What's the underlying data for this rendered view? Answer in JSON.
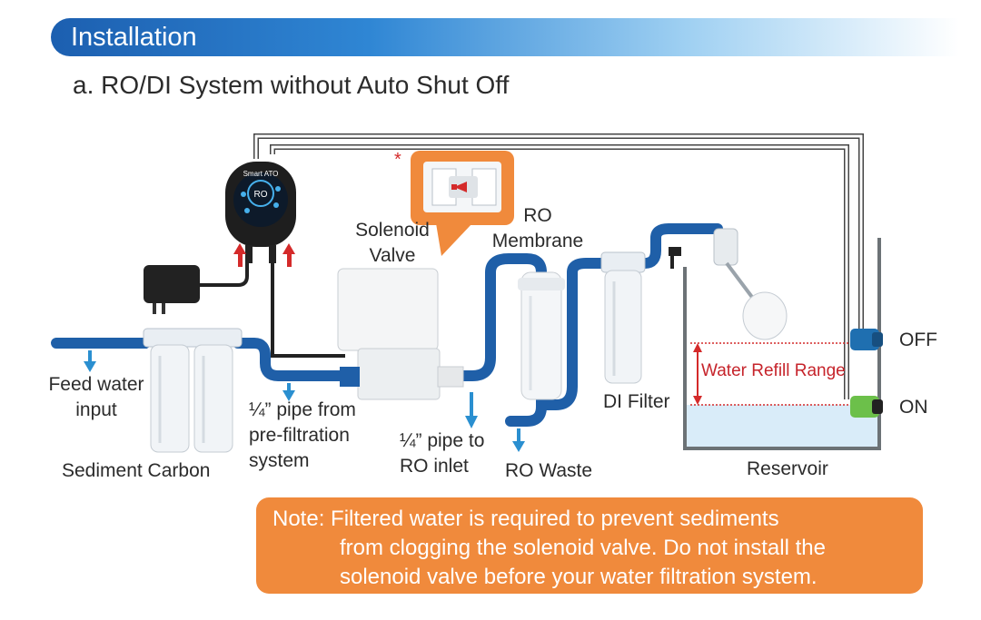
{
  "header": {
    "title": "Installation"
  },
  "subtitle": "a. RO/DI System without Auto Shut Off",
  "device": {
    "brand": "Smart ATO",
    "mode": "RO"
  },
  "labels": {
    "solenoid_line1": "Solenoid",
    "solenoid_line2": "Valve",
    "membrane_line1": "RO",
    "membrane_line2": "Membrane",
    "feed_line1": "Feed water",
    "feed_line2": "input",
    "pipe_from_line1": "¼” pipe from",
    "pipe_from_line2": "pre-filtration",
    "pipe_from_line3": "system",
    "pipe_to_line1": "¼” pipe to",
    "pipe_to_line2": "RO inlet",
    "sediment_carbon": "Sediment Carbon",
    "ro_waste": "RO Waste",
    "di_filter": "DI Filter",
    "reservoir": "Reservoir",
    "refill_range": "Water Refill Range",
    "off": "OFF",
    "on": "ON",
    "asterisk": "*"
  },
  "note": {
    "line1": "Note: Filtered water is required to prevent sediments",
    "line2": "from clogging the solenoid valve. Do not install the",
    "line3": "solenoid valve before your water filtration system."
  },
  "colors": {
    "pipe": "#1f5fa8",
    "arrow_blue": "#2a8fd0",
    "arrow_red": "#d42a2a",
    "note_bg": "#f08a3c",
    "refill_red": "#c6242b",
    "sensor_off": "#1f6fb0",
    "sensor_on": "#6cc04a"
  }
}
